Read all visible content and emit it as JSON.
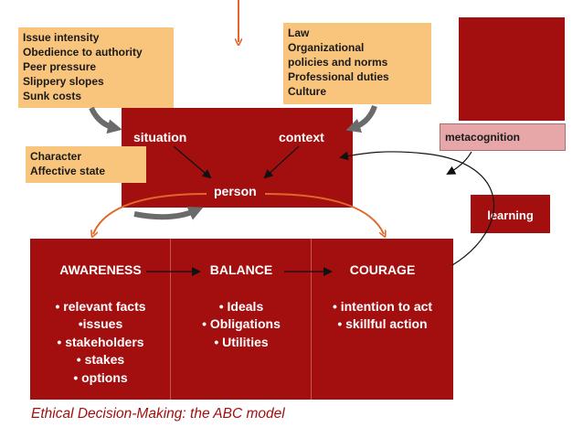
{
  "notes": {
    "left_top": "Issue intensity\nObedience to authority\nPeer pressure\nSlippery slopes\nSunk costs",
    "right_top": "Law\nOrganizational\npolicies and norms\nProfessional duties\nCulture",
    "character": "Character\nAffective state"
  },
  "central": {
    "situation": "situation",
    "context": "context",
    "person": "person"
  },
  "metacognition": "metacognition",
  "learning": "learning",
  "columns": [
    {
      "header": "AWARENESS",
      "bullets": "• relevant facts\n•issues\n• stakeholders\n• stakes\n• options"
    },
    {
      "header": "BALANCE",
      "bullets": "• Ideals\n• Obligations\n• Utilities"
    },
    {
      "header": "COURAGE",
      "bullets": "• intention to act\n• skillful action"
    }
  ],
  "caption": "Ethical Decision-Making: the ABC model",
  "colors": {
    "dark_red": "#a30f0f",
    "orange_note": "#f9c57c",
    "pink": "#e7a6a8",
    "arrow_orange": "#e0682a",
    "arrow_gray": "#6b6b6b"
  }
}
